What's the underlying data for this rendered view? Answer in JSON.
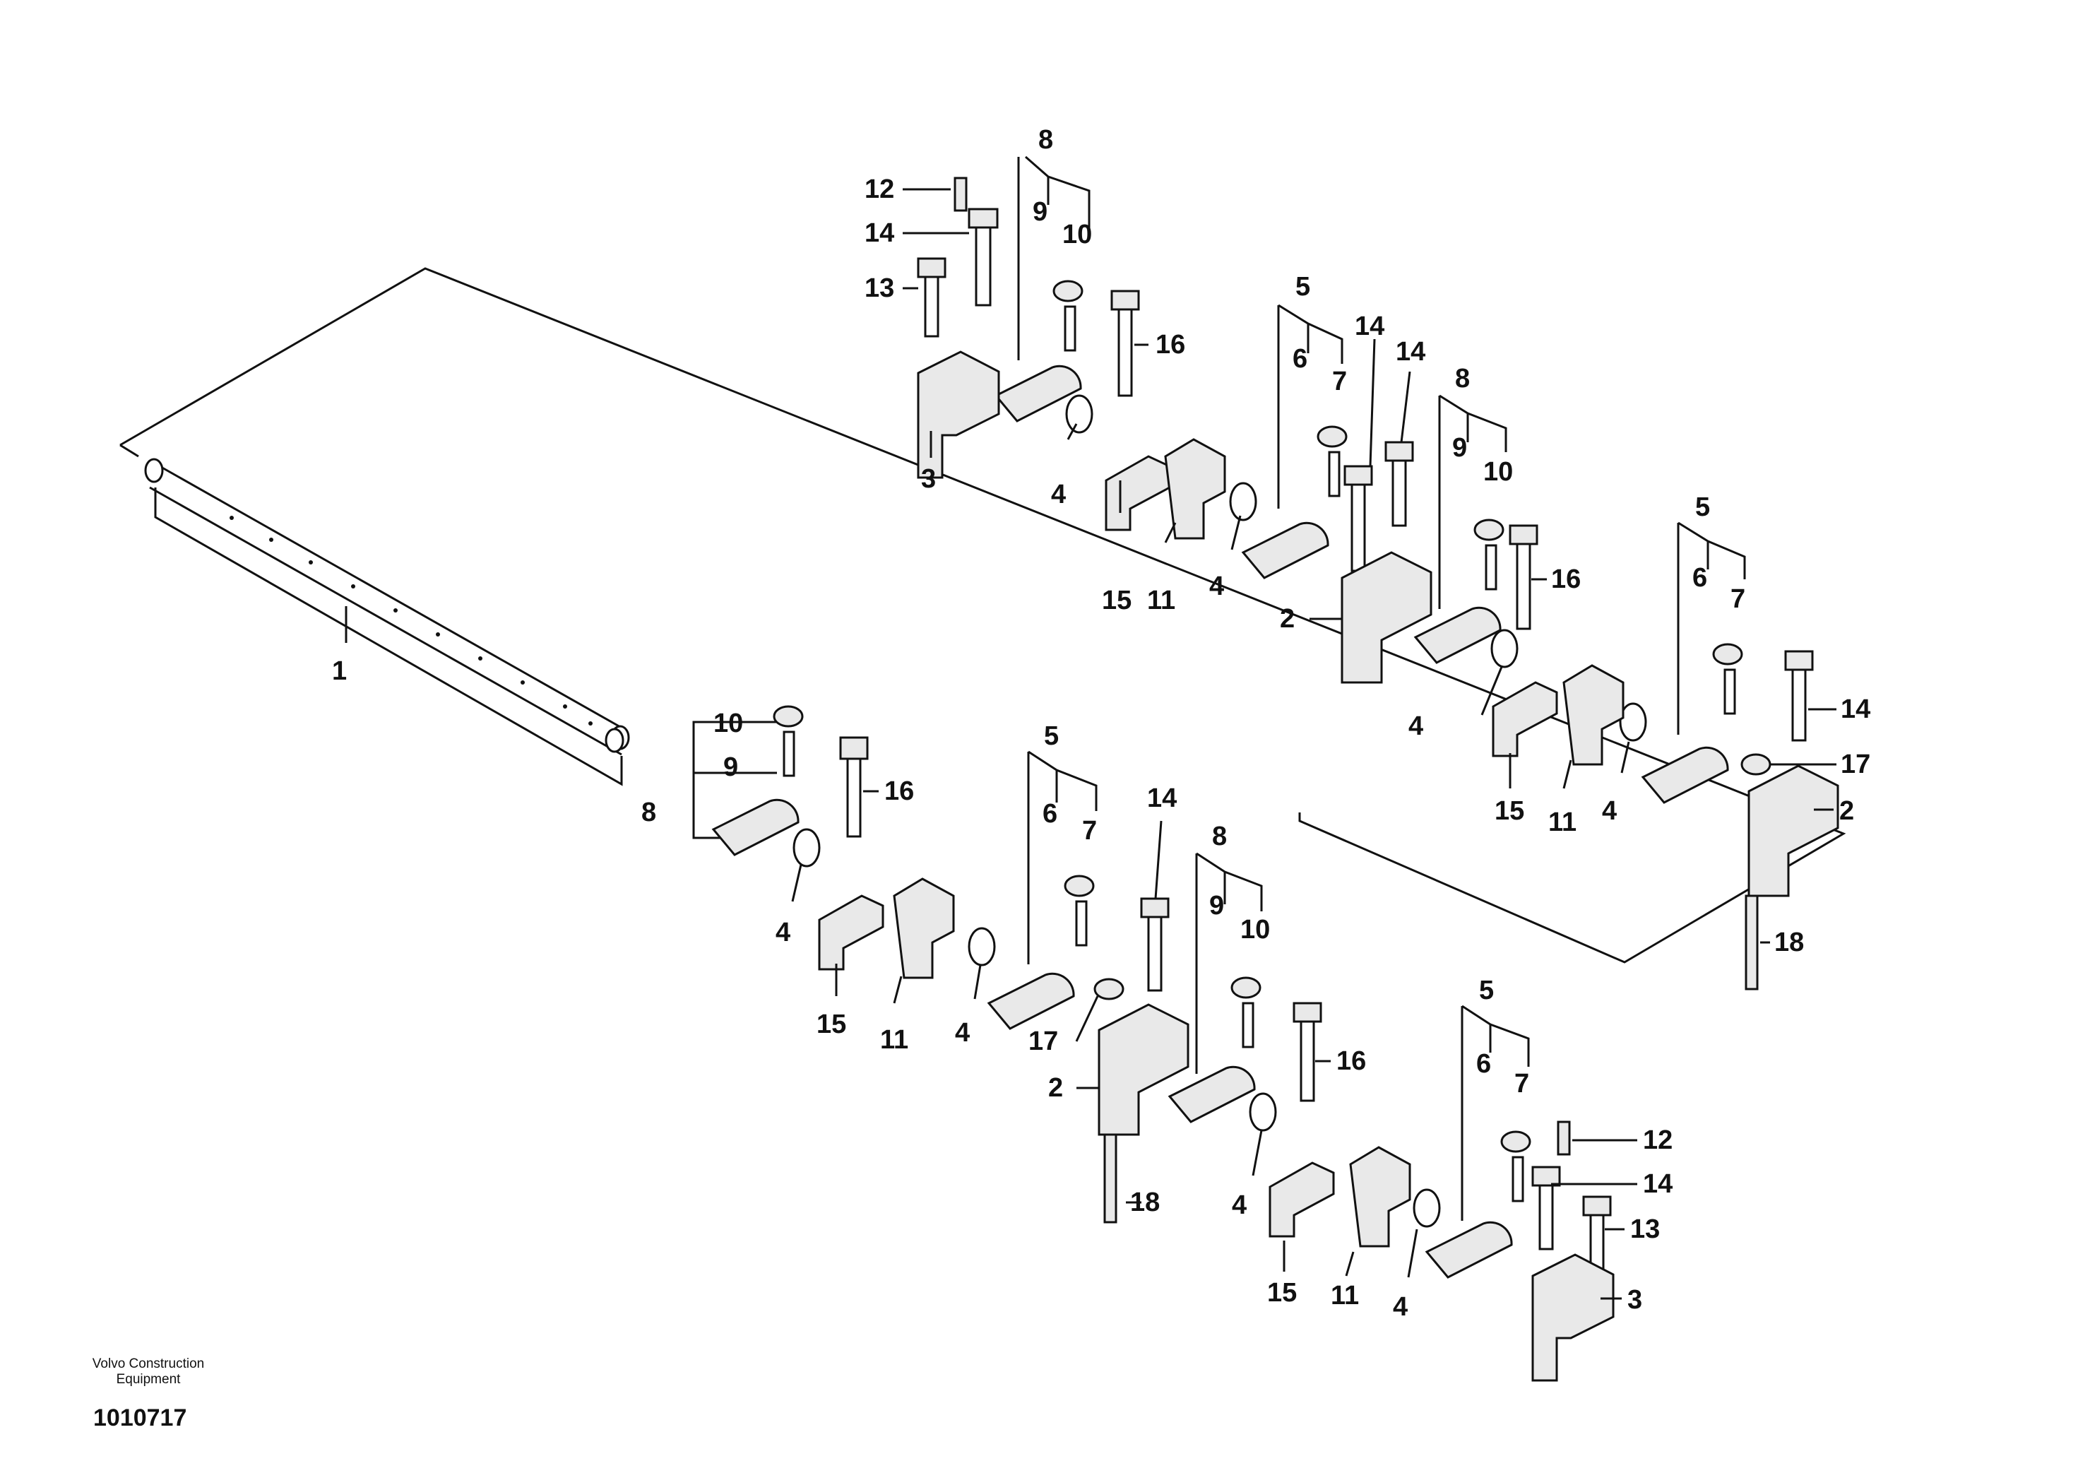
{
  "diagram": {
    "labels": [
      "1",
      "2",
      "2",
      "2",
      "3",
      "3",
      "4",
      "4",
      "4",
      "4",
      "4",
      "4",
      "4",
      "4",
      "5",
      "5",
      "5",
      "5",
      "6",
      "6",
      "6",
      "6",
      "7",
      "7",
      "7",
      "7",
      "8",
      "8",
      "8",
      "8",
      "9",
      "9",
      "9",
      "9",
      "10",
      "10",
      "10",
      "10",
      "11",
      "11",
      "11",
      "11",
      "12",
      "12",
      "13",
      "13",
      "14",
      "14",
      "14",
      "14",
      "14",
      "14",
      "15",
      "15",
      "15",
      "15",
      "16",
      "16",
      "16",
      "16",
      "17",
      "17",
      "18",
      "18"
    ]
  },
  "footer": {
    "company_line1": "Volvo Construction",
    "company_line2": "Equipment",
    "doc_number": "1010717"
  }
}
